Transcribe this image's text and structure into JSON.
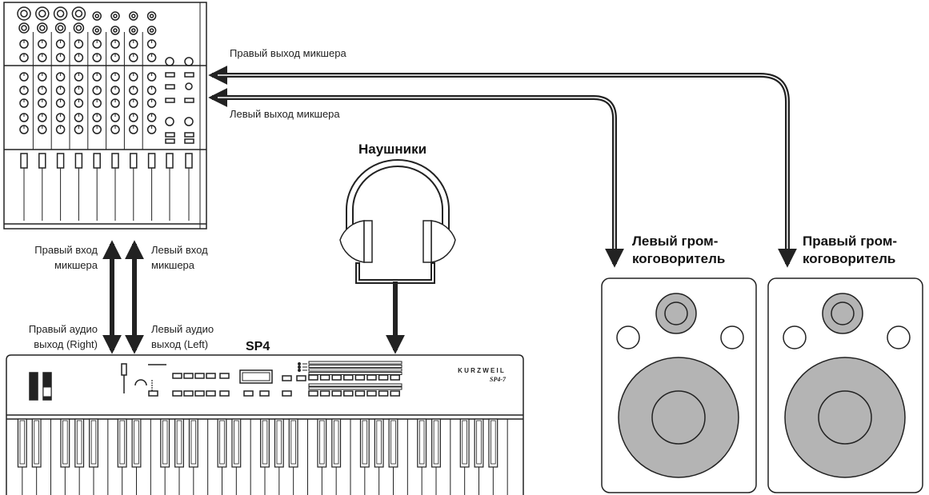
{
  "labels": {
    "mixer_right_out": "Правый выход микшера",
    "mixer_left_out": "Левый выход микшера",
    "headphones": "Наушники",
    "left_speaker": [
      "Левый гром-",
      "коговоритель"
    ],
    "right_speaker": [
      "Правый гром-",
      "коговоритель"
    ],
    "mixer_right_in": [
      "Правый вход",
      "микшера"
    ],
    "mixer_left_in": [
      "Левый вход",
      "микшера"
    ],
    "right_audio_out": [
      "Правый аудио",
      "выход (Right)"
    ],
    "left_audio_out": [
      "Левый аудио",
      "выход (Left)"
    ],
    "keyboard_model": "SP4",
    "brand": "KURZWEIL",
    "model_badge": "SP4-7"
  },
  "colors": {
    "line": "#222222",
    "speaker_gray": "#b4b4b4",
    "cable_white": "#ffffff"
  }
}
